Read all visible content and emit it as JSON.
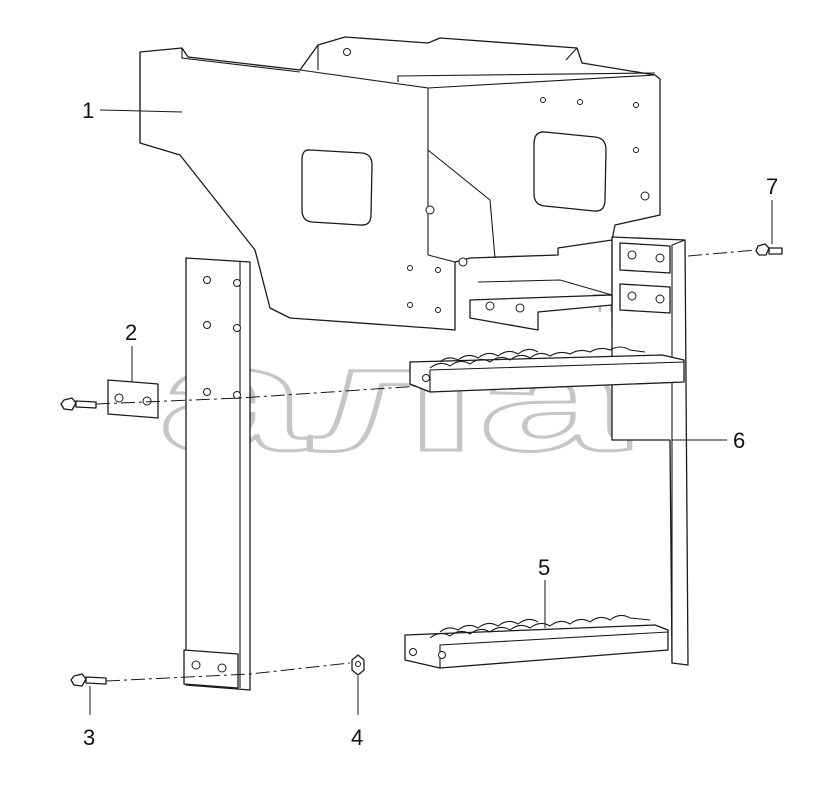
{
  "diagram": {
    "callouts": [
      "1",
      "2",
      "3",
      "4",
      "5",
      "6",
      "7"
    ]
  },
  "watermark": {
    "text": "ала",
    "trademark": "TM"
  },
  "colors": {
    "line": "#1a1a1a",
    "watermark": "#bdbdbd",
    "background": "#ffffff"
  }
}
